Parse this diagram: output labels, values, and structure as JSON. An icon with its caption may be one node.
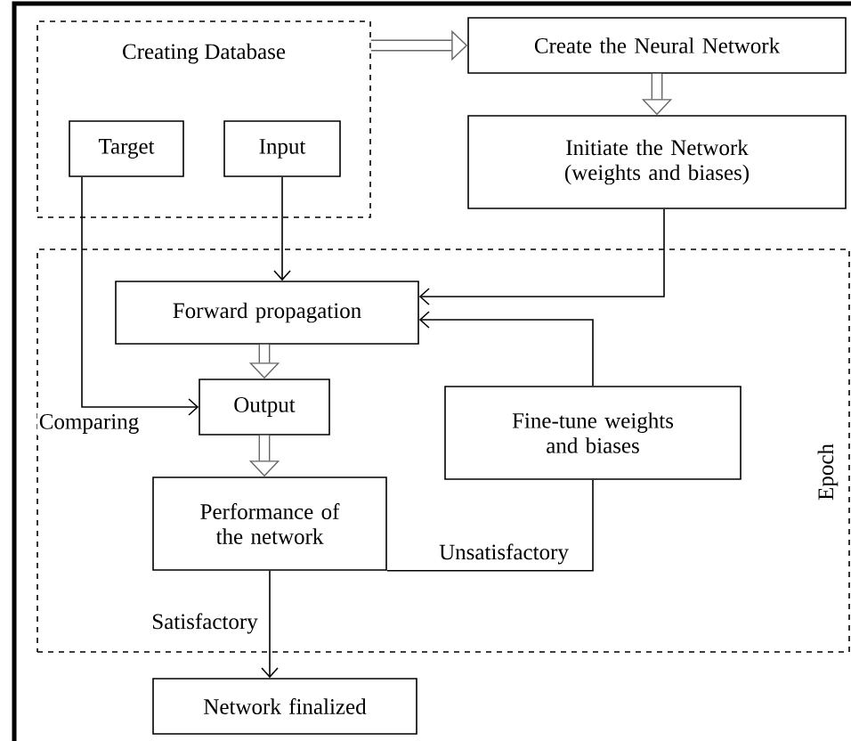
{
  "diagram": {
    "nodes": [
      {
        "text": [
          "Creating Database"
        ]
      },
      {
        "text": [
          "Target"
        ],
        "in": 0
      },
      {
        "text": [
          "Input"
        ],
        "in": 0
      },
      {
        "text": [
          "Create the Neural Network"
        ]
      },
      {
        "text": [
          "Initiate the Network (weights and biases)"
        ]
      },
      {
        "text": [
          "Epoch"
        ]
      },
      {
        "text": [
          "Forward propagation"
        ],
        "in": 5
      },
      {
        "text": [
          "Output"
        ],
        "in": 5
      },
      {
        "text": [
          "Performance of the network"
        ],
        "in": 5
      },
      {
        "text": [
          "Fine-tune weights and biases"
        ],
        "in": 5
      },
      {
        "text": [
          "Network finalized"
        ]
      }
    ],
    "edges": [
      {
        "from": 0,
        "to": 3,
        "arrow": "to",
        "style": "thick",
        "color": "#666666"
      },
      {
        "from": 3,
        "to": 4,
        "arrow": "to",
        "style": "thick",
        "color": "#666666"
      },
      {
        "from": 2,
        "to": 6,
        "arrow": "to"
      },
      {
        "from": 4,
        "to": 6,
        "arrow": "to"
      },
      {
        "from": 9,
        "to": 6,
        "arrow": "to"
      },
      {
        "from": 6,
        "to": 7,
        "arrow": "to",
        "style": "thick",
        "color": "#666666"
      },
      {
        "from": 1,
        "to": 7,
        "arrow": "to",
        "label": "Comparing"
      },
      {
        "from": 7,
        "to": 8,
        "arrow": "to",
        "style": "thick",
        "color": "#666666"
      },
      {
        "from": 8,
        "to": 9,
        "arrow": "none",
        "label": "Unsatisfactory"
      },
      {
        "from": 8,
        "to": 10,
        "arrow": "to",
        "label": "Satisfactory"
      }
    ]
  }
}
